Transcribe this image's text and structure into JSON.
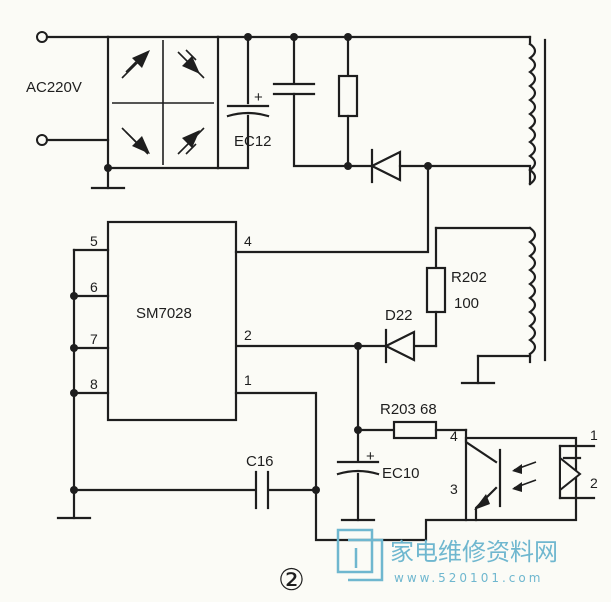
{
  "labels": {
    "ac_input": "AC220V",
    "ec12": "EC12",
    "ic": "SM7028",
    "r202": "R202",
    "r202_value": "100",
    "d22": "D22",
    "r203": "R203 68",
    "c16": "C16",
    "ec10": "EC10",
    "figure_number": "②"
  },
  "ic_pins": {
    "p1": "1",
    "p2": "2",
    "p4": "4",
    "p5": "5",
    "p6": "6",
    "p7": "7",
    "p8": "8"
  },
  "opto_pins": {
    "p1": "1",
    "p2": "2",
    "p3": "3",
    "p4": "4"
  },
  "polarity": {
    "ec12_plus": "+",
    "ec10_plus": "+"
  },
  "watermark": {
    "text": "家电维修资料网",
    "url": "www.520101.com"
  },
  "colors": {
    "ink": "#1e1e1e",
    "paper": "#fbfbf6",
    "watermark": "#6fb7cf"
  }
}
